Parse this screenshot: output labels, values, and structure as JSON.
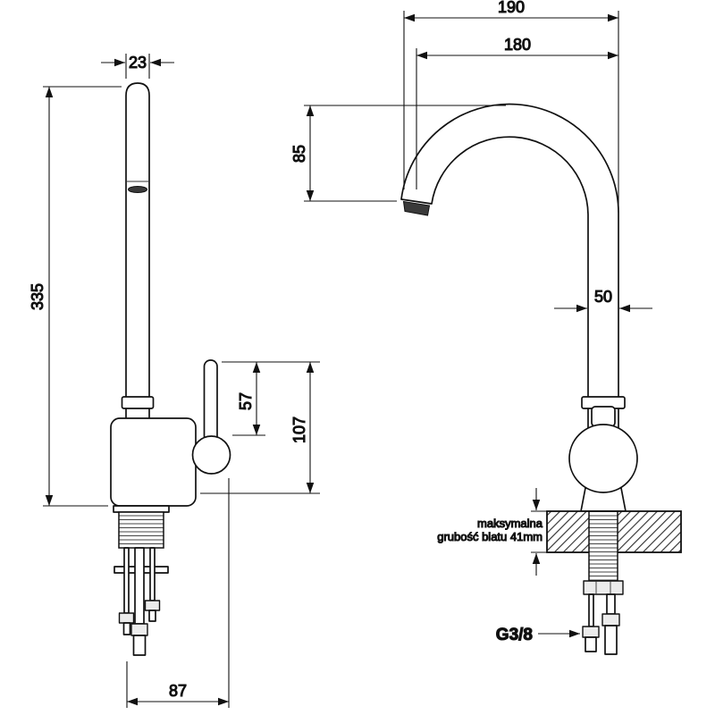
{
  "views": {
    "left": {
      "dim_spout_width": "23",
      "dim_total_height": "335",
      "dim_lever": "57",
      "dim_body": "107",
      "dim_base": "87"
    },
    "right": {
      "dim_reach_outer": "190",
      "dim_reach_inner": "180",
      "dim_drop": "85",
      "dim_column": "50",
      "note_line1": "maksymalna",
      "note_line2": "grubość blatu 41mm",
      "thread": "G3/8"
    }
  }
}
